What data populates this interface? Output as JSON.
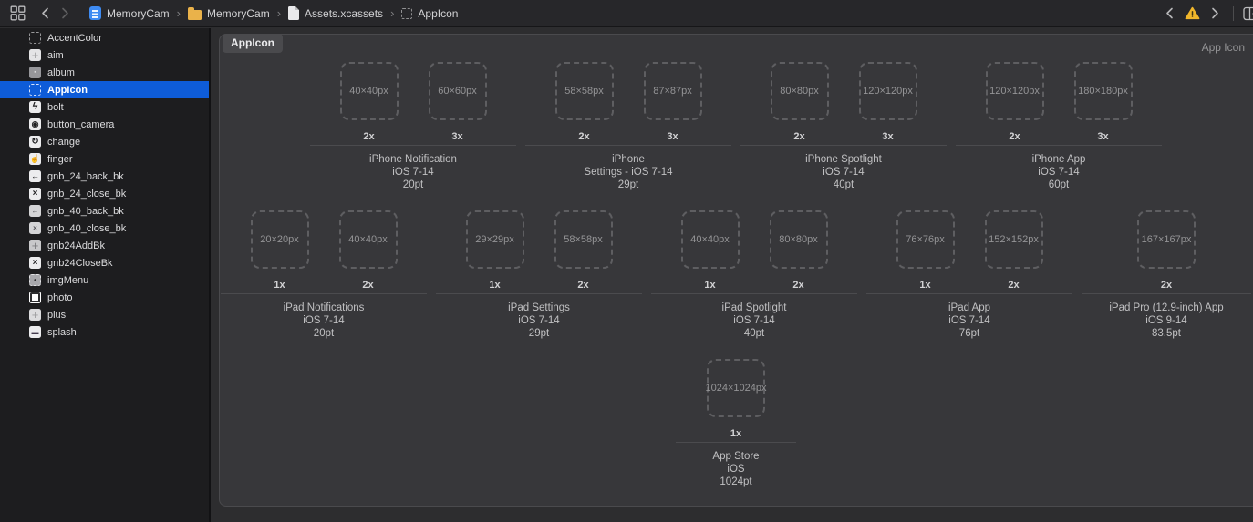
{
  "topbar": {
    "breadcrumb": [
      {
        "label": "MemoryCam",
        "icon": "project-icon"
      },
      {
        "label": "MemoryCam",
        "icon": "folder-icon"
      },
      {
        "label": "Assets.xcassets",
        "icon": "file-icon"
      },
      {
        "label": "AppIcon",
        "icon": "dashed-asset-icon"
      }
    ]
  },
  "sidebar": {
    "items": [
      {
        "label": "AccentColor",
        "icon": "dashed-swatch"
      },
      {
        "label": "aim",
        "icon": "thumb-aim"
      },
      {
        "label": "album",
        "icon": "thumb-album"
      },
      {
        "label": "AppIcon",
        "icon": "dashed-swatch",
        "selected": true
      },
      {
        "label": "bolt",
        "icon": "thumb-bolt"
      },
      {
        "label": "button_camera",
        "icon": "thumb-camera"
      },
      {
        "label": "change",
        "icon": "thumb-refresh"
      },
      {
        "label": "finger",
        "icon": "thumb-hand"
      },
      {
        "label": "gnb_24_back_bk",
        "icon": "thumb-arrow-left"
      },
      {
        "label": "gnb_24_close_bk",
        "icon": "thumb-close"
      },
      {
        "label": "gnb_40_back_bk",
        "icon": "thumb-arrow-left-sm"
      },
      {
        "label": "gnb_40_close_bk",
        "icon": "thumb-close-sm"
      },
      {
        "label": "gnb24AddBk",
        "icon": "thumb-plus"
      },
      {
        "label": "gnb24CloseBk",
        "icon": "thumb-close"
      },
      {
        "label": "imgMenu",
        "icon": "thumb-menu"
      },
      {
        "label": "photo",
        "icon": "thumb-photo"
      },
      {
        "label": "plus",
        "icon": "thumb-plus-light"
      },
      {
        "label": "splash",
        "icon": "thumb-splash"
      }
    ]
  },
  "icon_glyphs": {
    "dashed-swatch": "",
    "thumb-aim": "+",
    "thumb-album": "▪",
    "thumb-bolt": "ϟ",
    "thumb-camera": "◉",
    "thumb-refresh": "↻",
    "thumb-hand": "☝",
    "thumb-arrow-left": "←",
    "thumb-close": "×",
    "thumb-arrow-left-sm": "←",
    "thumb-close-sm": "×",
    "thumb-plus": "+",
    "thumb-plus-light": "+",
    "thumb-menu": "•",
    "thumb-photo": "",
    "thumb-splash": "▬"
  },
  "editor": {
    "tab_label": "AppIcon",
    "type_label": "App Icon",
    "colors": {
      "selection_blue": "#0e5cd8",
      "warning_yellow": "#f0b62b",
      "canvas_fill": "#37373a",
      "sidebar_fill": "#1d1d1f"
    },
    "rows": [
      [
        {
          "name": "iPhone Notification\niOS 7-14\n20pt",
          "slots": [
            {
              "size": "40×40px",
              "scale": "2x"
            },
            {
              "size": "60×60px",
              "scale": "3x"
            }
          ]
        },
        {
          "name": "iPhone\nSettings - iOS 7-14\n29pt",
          "slots": [
            {
              "size": "58×58px",
              "scale": "2x"
            },
            {
              "size": "87×87px",
              "scale": "3x"
            }
          ]
        },
        {
          "name": "iPhone Spotlight\niOS 7-14\n40pt",
          "slots": [
            {
              "size": "80×80px",
              "scale": "2x"
            },
            {
              "size": "120×120px",
              "scale": "3x"
            }
          ]
        },
        {
          "name": "iPhone App\niOS 7-14\n60pt",
          "slots": [
            {
              "size": "120×120px",
              "scale": "2x"
            },
            {
              "size": "180×180px",
              "scale": "3x"
            }
          ]
        }
      ],
      [
        {
          "name": "iPad Notifications\niOS 7-14\n20pt",
          "slots": [
            {
              "size": "20×20px",
              "scale": "1x"
            },
            {
              "size": "40×40px",
              "scale": "2x"
            }
          ]
        },
        {
          "name": "iPad Settings\niOS 7-14\n29pt",
          "slots": [
            {
              "size": "29×29px",
              "scale": "1x"
            },
            {
              "size": "58×58px",
              "scale": "2x"
            }
          ]
        },
        {
          "name": "iPad Spotlight\niOS 7-14\n40pt",
          "slots": [
            {
              "size": "40×40px",
              "scale": "1x"
            },
            {
              "size": "80×80px",
              "scale": "2x"
            }
          ]
        },
        {
          "name": "iPad App\niOS 7-14\n76pt",
          "slots": [
            {
              "size": "76×76px",
              "scale": "1x"
            },
            {
              "size": "152×152px",
              "scale": "2x"
            }
          ]
        },
        {
          "name": "iPad Pro (12.9-inch) App\niOS 9-14\n83.5pt",
          "slots": [
            {
              "size": "167×167px",
              "scale": "2x"
            }
          ]
        }
      ],
      [
        {
          "name": "App Store\niOS\n1024pt",
          "slots": [
            {
              "size": "1024×1024px",
              "scale": "1x"
            }
          ]
        }
      ]
    ]
  }
}
